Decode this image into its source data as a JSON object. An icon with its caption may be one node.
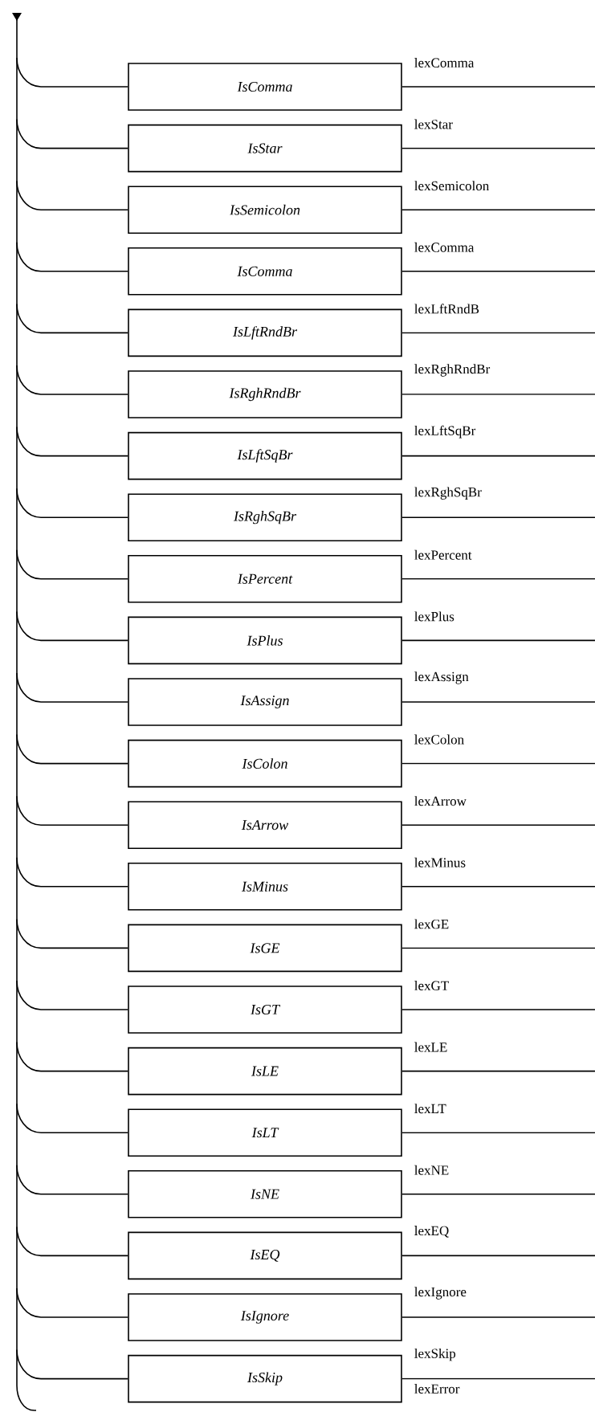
{
  "diagram": {
    "nodes": [
      {
        "text": [
          "IsComma"
        ]
      },
      {
        "text": [
          "IsStar"
        ]
      },
      {
        "text": [
          "IsSemicolon"
        ]
      },
      {
        "text": [
          "IsComma"
        ]
      },
      {
        "text": [
          "IsLftRndBr"
        ]
      },
      {
        "text": [
          "IsRghRndBr"
        ]
      },
      {
        "text": [
          "IsLftSqBr"
        ]
      },
      {
        "text": [
          "IsRghSqBr"
        ]
      },
      {
        "text": [
          "IsPercent"
        ]
      },
      {
        "text": [
          "IsPlus"
        ]
      },
      {
        "text": [
          "IsAssign"
        ]
      },
      {
        "text": [
          "IsColon"
        ]
      },
      {
        "text": [
          "IsArrow"
        ]
      },
      {
        "text": [
          "IsMinus"
        ]
      },
      {
        "text": [
          "IsGE"
        ]
      },
      {
        "text": [
          "IsGT"
        ]
      },
      {
        "text": [
          "IsLE"
        ]
      },
      {
        "text": [
          "IsLT"
        ]
      },
      {
        "text": [
          "IsNE"
        ]
      },
      {
        "text": [
          "IsEQ"
        ]
      },
      {
        "text": [
          "IsIgnore"
        ]
      },
      {
        "text": [
          "IsSkip"
        ]
      }
    ],
    "edges": [
      {
        "from": null,
        "to": 0,
        "arrow": "none"
      },
      {
        "from": null,
        "to": 1,
        "arrow": "none"
      },
      {
        "from": null,
        "to": 2,
        "arrow": "none"
      },
      {
        "from": null,
        "to": 3,
        "arrow": "none"
      },
      {
        "from": null,
        "to": 4,
        "arrow": "none"
      },
      {
        "from": null,
        "to": 5,
        "arrow": "none"
      },
      {
        "from": null,
        "to": 6,
        "arrow": "none"
      },
      {
        "from": null,
        "to": 7,
        "arrow": "none"
      },
      {
        "from": null,
        "to": 8,
        "arrow": "none"
      },
      {
        "from": null,
        "to": 9,
        "arrow": "none"
      },
      {
        "from": null,
        "to": 10,
        "arrow": "none"
      },
      {
        "from": null,
        "to": 11,
        "arrow": "none"
      },
      {
        "from": null,
        "to": 12,
        "arrow": "none"
      },
      {
        "from": null,
        "to": 13,
        "arrow": "none"
      },
      {
        "from": null,
        "to": 14,
        "arrow": "none"
      },
      {
        "from": null,
        "to": 15,
        "arrow": "none"
      },
      {
        "from": null,
        "to": 16,
        "arrow": "none"
      },
      {
        "from": null,
        "to": 17,
        "arrow": "none"
      },
      {
        "from": null,
        "to": 18,
        "arrow": "none"
      },
      {
        "from": null,
        "to": 19,
        "arrow": "none"
      },
      {
        "from": null,
        "to": 20,
        "arrow": "none"
      },
      {
        "from": null,
        "to": 21,
        "arrow": "none"
      },
      {
        "from": 0,
        "to": null,
        "arrow": "none",
        "label": "lexComma"
      },
      {
        "from": 1,
        "to": null,
        "arrow": "none",
        "label": "lexStar"
      },
      {
        "from": 2,
        "to": null,
        "arrow": "none",
        "label": "lexSemicolon"
      },
      {
        "from": 3,
        "to": null,
        "arrow": "none",
        "label": "lexComma"
      },
      {
        "from": 4,
        "to": null,
        "arrow": "none",
        "label": "lexLftRndB"
      },
      {
        "from": 5,
        "to": null,
        "arrow": "none",
        "label": "lexRghRndBr"
      },
      {
        "from": 6,
        "to": null,
        "arrow": "none",
        "label": "lexLftSqBr"
      },
      {
        "from": 7,
        "to": null,
        "arrow": "none",
        "label": "lexRghSqBr"
      },
      {
        "from": 8,
        "to": null,
        "arrow": "none",
        "label": "lexPercent"
      },
      {
        "from": 9,
        "to": null,
        "arrow": "none",
        "label": "lexPlus"
      },
      {
        "from": 10,
        "to": null,
        "arrow": "none",
        "label": "lexAssign"
      },
      {
        "from": 11,
        "to": null,
        "arrow": "none",
        "label": "lexColon"
      },
      {
        "from": 12,
        "to": null,
        "arrow": "none",
        "label": "lexArrow"
      },
      {
        "from": 13,
        "to": null,
        "arrow": "none",
        "label": "lexMinus"
      },
      {
        "from": 14,
        "to": null,
        "arrow": "none",
        "label": "lexGE"
      },
      {
        "from": 15,
        "to": null,
        "arrow": "none",
        "label": "lexGT"
      },
      {
        "from": 16,
        "to": null,
        "arrow": "none",
        "label": "lexLE"
      },
      {
        "from": 17,
        "to": null,
        "arrow": "none",
        "label": "lexLT"
      },
      {
        "from": 18,
        "to": null,
        "arrow": "none",
        "label": "lexNE"
      },
      {
        "from": 19,
        "to": null,
        "arrow": "none",
        "label": "lexEQ"
      },
      {
        "from": 20,
        "to": null,
        "arrow": "none",
        "label": "lexIgnore"
      },
      {
        "from": 21,
        "to": null,
        "arrow": "none",
        "label": "lexSkip"
      }
    ],
    "labels": [
      "lexError"
    ]
  }
}
